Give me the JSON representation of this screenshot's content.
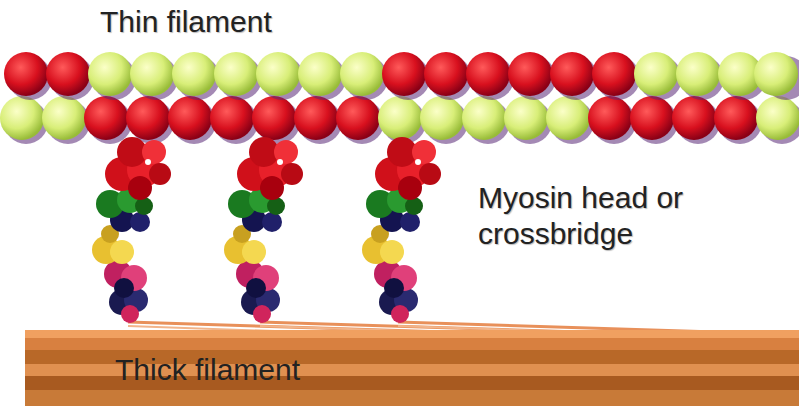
{
  "diagram": {
    "nodes": [
      {
        "text": [
          "Thick filament"
        ]
      }
    ],
    "labels": [
      "Thin filament",
      "Myosin head or crossbridge"
    ]
  }
}
